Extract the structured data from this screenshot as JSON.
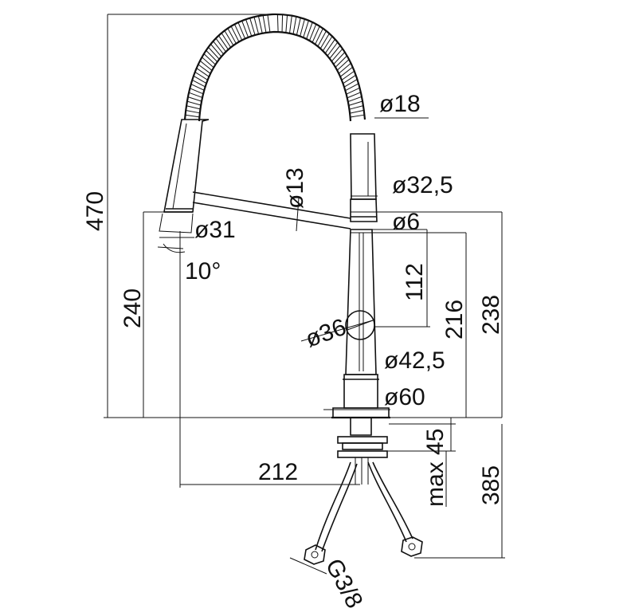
{
  "colors": {
    "line": "#111111",
    "background": "#ffffff"
  },
  "dimensions": {
    "total_height": "470",
    "spout_height": "240",
    "hose_diameter": "ø18",
    "spout_tube_diameter": "ø13",
    "body_top_diameter": "ø32,5",
    "gap": "ø6",
    "head_diameter": "ø31",
    "angle": "10°",
    "handle_to_base": "112",
    "handle_diameter": "ø36",
    "body_diameter": "ø42,5",
    "base_diameter": "ø60",
    "handle_height": "216",
    "ring_height": "238",
    "reach": "212",
    "max_thickness": "max 45",
    "hose_length": "385",
    "thread": "G3/8"
  }
}
